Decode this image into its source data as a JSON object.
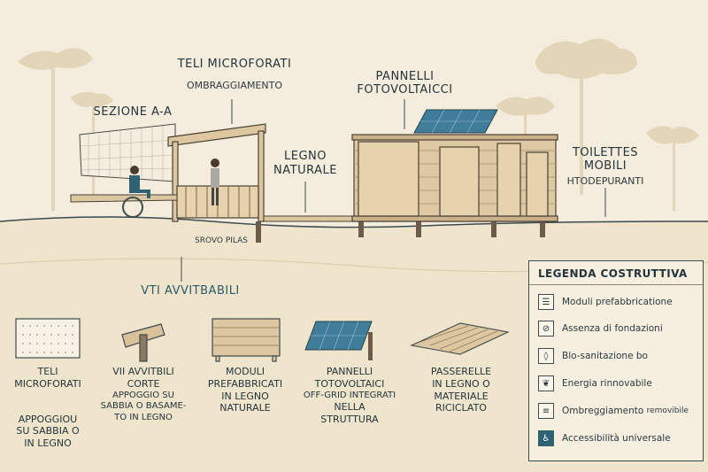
{
  "labels": {
    "teli_microforati": "TELI MICROFORATI",
    "ombreggiamento": "OMBRAGGIAMENTO",
    "sezione": "SEZIONE A-A",
    "pannelli_1": "PANNELLI",
    "pannelli_2": "FOTOVOLTAICCI",
    "legno_1": "LEGNO",
    "legno_2": "NATURALE",
    "toilettes_1": "TOILETTES",
    "toilettes_2": "MOBILI",
    "htodepuranti": "HTODEPURANTI",
    "srovo_pilas": "SROVO PILAS",
    "vti": "VTI AVVITBABILI"
  },
  "items": [
    {
      "title_1": "TELI",
      "title_2": "MICROFORATI",
      "sub": "",
      "desc_1": "APPOGGIOU",
      "desc_2": "SU SABBIA O",
      "desc_3": "IN LEGNO"
    },
    {
      "title_1": "VII AVVITBILI",
      "title_2": "CORTE",
      "sub": "APPOGGIO SU",
      "desc_1": "SABBIA O BASAME-",
      "desc_2": "TO IN LEGNO",
      "desc_3": ""
    },
    {
      "title_1": "MODULI",
      "title_2": "PREFABBRICATI",
      "sub": "",
      "desc_1": "IN LEGNO",
      "desc_2": "NATURALE",
      "desc_3": ""
    },
    {
      "title_1": "PANNELLI",
      "title_2": "TOTOVOLTAICI",
      "sub": "OFF-GRID INTEGRATI",
      "desc_1": "NELLA",
      "desc_2": "STRUTTURA",
      "desc_3": ""
    },
    {
      "title_1": "PASSERELLE",
      "title_2": "IN LEGNO O",
      "sub": "",
      "desc_1": "MATERIALE",
      "desc_2": "RICICLATO",
      "desc_3": ""
    }
  ],
  "legend": {
    "title": "LEGENDA COSTRUTTIVA",
    "rows": [
      {
        "icon": "modules-icon",
        "glyph": "☰",
        "label": "Moduli prefabbricatione"
      },
      {
        "icon": "no-foundation-icon",
        "glyph": "⊘",
        "label": "Assenza di fondazioni"
      },
      {
        "icon": "bio-drop-icon",
        "glyph": "◊",
        "label": "Blo-sanitazione bo"
      },
      {
        "icon": "leaf-icon",
        "glyph": "❦",
        "label": "Energia rinnovabile"
      },
      {
        "icon": "shade-icon",
        "glyph": "≡",
        "label": "Ombreggiamento",
        "label_small": "removibile"
      },
      {
        "icon": "accessibility-icon",
        "glyph": "♿",
        "label": "Accessibilità universale"
      }
    ]
  },
  "colors": {
    "background": "#f4ecdc",
    "ink": "#2f3b40",
    "wood": "#dcc7a0",
    "panel": "#3f7d9a",
    "accent": "#2f6374"
  }
}
